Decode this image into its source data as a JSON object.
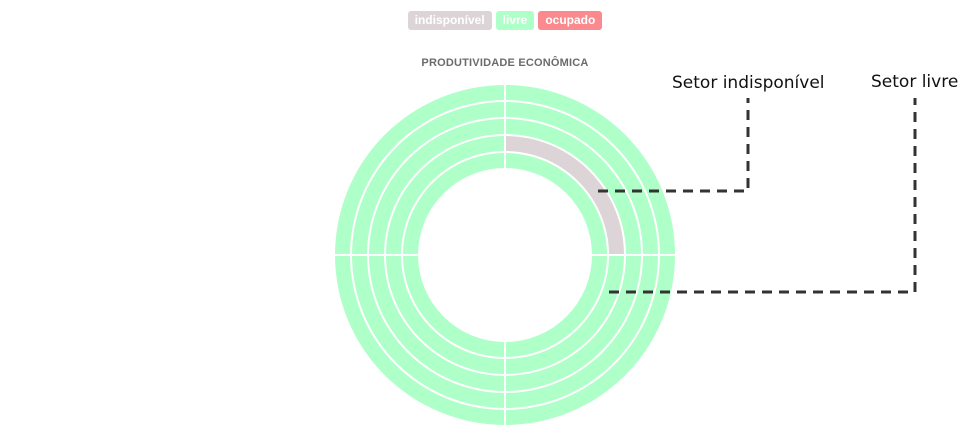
{
  "legend": [
    {
      "label": "indisponível",
      "color": "#ddd4d8"
    },
    {
      "label": "livre",
      "color": "#aeffc8"
    },
    {
      "label": "ocupado",
      "color": "#fb8a8e"
    }
  ],
  "title": "PRODUTIVIDADE ECONÔMICA",
  "annotations": {
    "unavailable": "Setor indisponível",
    "free": "Setor livre"
  },
  "rings": {
    "count": 5,
    "quadrants": [
      "top-right",
      "bottom-right",
      "bottom-left",
      "top-left"
    ],
    "statuses_inner_to_outer": [
      [
        "livre",
        "livre",
        "livre",
        "livre"
      ],
      [
        "indisponível",
        "livre",
        "livre",
        "livre"
      ],
      [
        "livre",
        "livre",
        "livre",
        "livre"
      ],
      [
        "livre",
        "livre",
        "livre",
        "livre"
      ],
      [
        "livre",
        "livre",
        "livre",
        "livre"
      ]
    ]
  },
  "colors": {
    "livre": "#aeffc8",
    "indisponível": "#ddd4d8",
    "ocupado": "#fb8a8e",
    "separator": "#ffffff",
    "leader_line": "#333333"
  }
}
